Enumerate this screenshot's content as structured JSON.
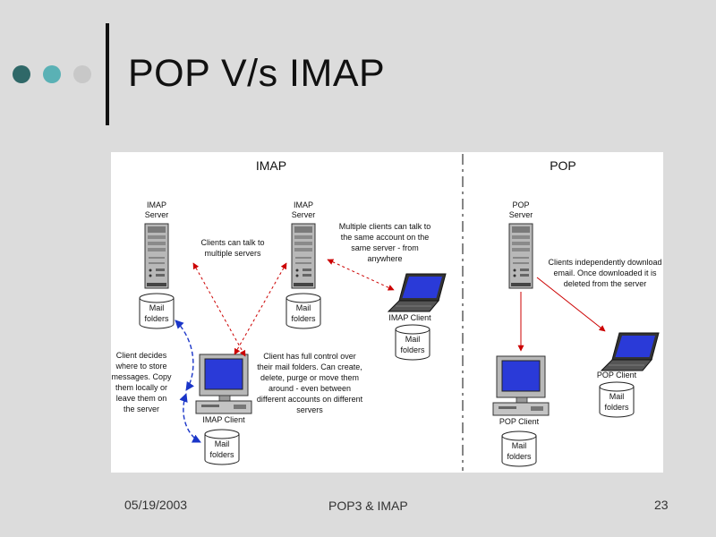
{
  "slide": {
    "title": "POP V/s IMAP",
    "footer": {
      "date": "05/19/2003",
      "center": "POP3 & IMAP",
      "page": "23"
    }
  },
  "diagram": {
    "imap_heading": "IMAP",
    "pop_heading": "POP",
    "imap_server_1": {
      "line1": "IMAP",
      "line2": "Server"
    },
    "imap_server_2": {
      "line1": "IMAP",
      "line2": "Server"
    },
    "pop_server": {
      "line1": "POP",
      "line2": "Server"
    },
    "mail_folders": {
      "line1": "Mail",
      "line2": "folders"
    },
    "imap_client_label": "IMAP Client",
    "pop_client_label": "POP Client",
    "note_multiple_servers": [
      "Clients can talk to",
      "multiple servers"
    ],
    "note_multiple_clients": [
      "Multiple clients can talk to",
      "the same account on the",
      "same server - from",
      "anywhere"
    ],
    "note_client_decides": [
      "Client decides",
      "where to store",
      "messages. Copy",
      "them locally or",
      "leave them on",
      "the server"
    ],
    "note_full_control": [
      "Client has full control over",
      "their mail folders. Can create,",
      "delete, purge or move them",
      "around - even between",
      "different accounts on different",
      "servers"
    ],
    "note_pop": [
      "Clients independently download",
      "email. Once downloaded it is",
      "deleted from the server"
    ]
  },
  "colors": {
    "background": "#dcdcdc",
    "dot_dark": "#2f6868",
    "dot_mid": "#5ab1b5",
    "dot_light": "#c8c8c8",
    "arrow_red": "#cc0000",
    "arrow_blue": "#1a35c8",
    "screen_blue": "#2a3ad8"
  }
}
